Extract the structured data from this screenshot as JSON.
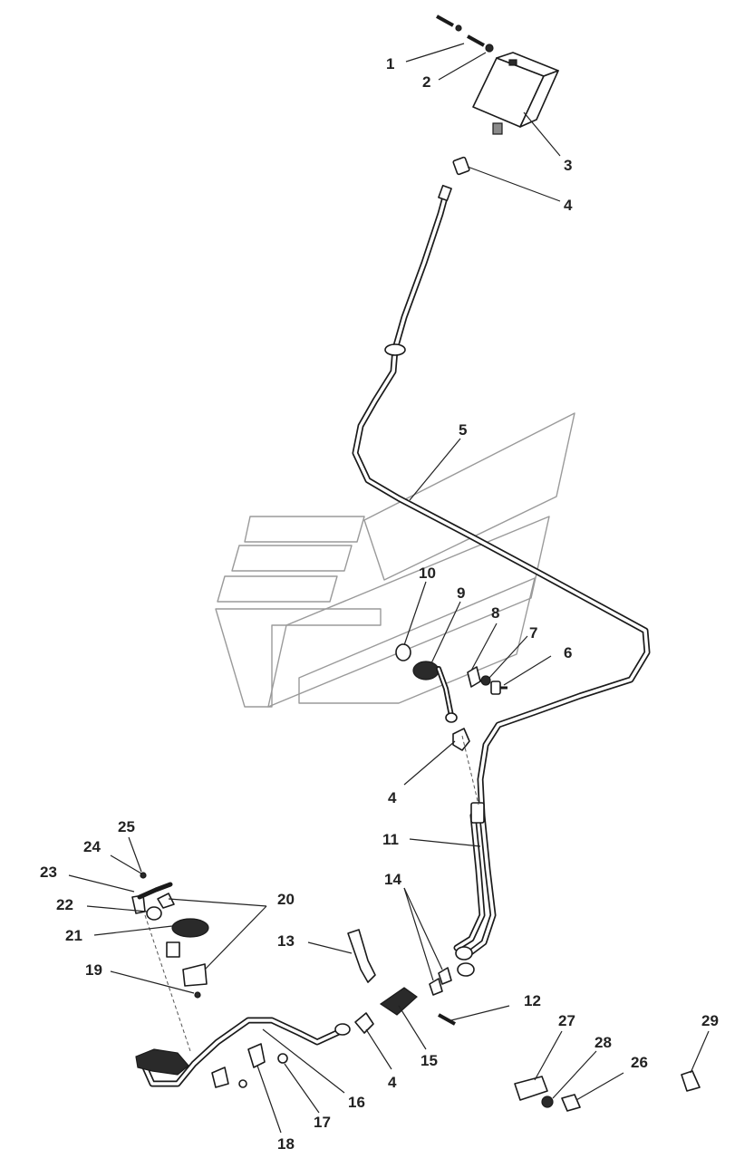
{
  "callouts": {
    "c1": "1",
    "c2": "2",
    "c3": "3",
    "c4a": "4",
    "c4b": "4",
    "c4c": "4",
    "c5": "5",
    "c6": "6",
    "c7": "7",
    "c8": "8",
    "c9": "9",
    "c10": "10",
    "c11": "11",
    "c12": "12",
    "c13": "13",
    "c14": "14",
    "c15": "15",
    "c16": "16",
    "c17": "17",
    "c18": "18",
    "c19": "19",
    "c20": "20",
    "c21": "21",
    "c22": "22",
    "c23": "23",
    "c24": "24",
    "c25": "25",
    "c26": "26",
    "c27": "27",
    "c28": "28",
    "c29": "29"
  },
  "colors": {
    "ink": "#1a1a1a",
    "watermark": "#9a9a9a",
    "background": "#ffffff"
  }
}
